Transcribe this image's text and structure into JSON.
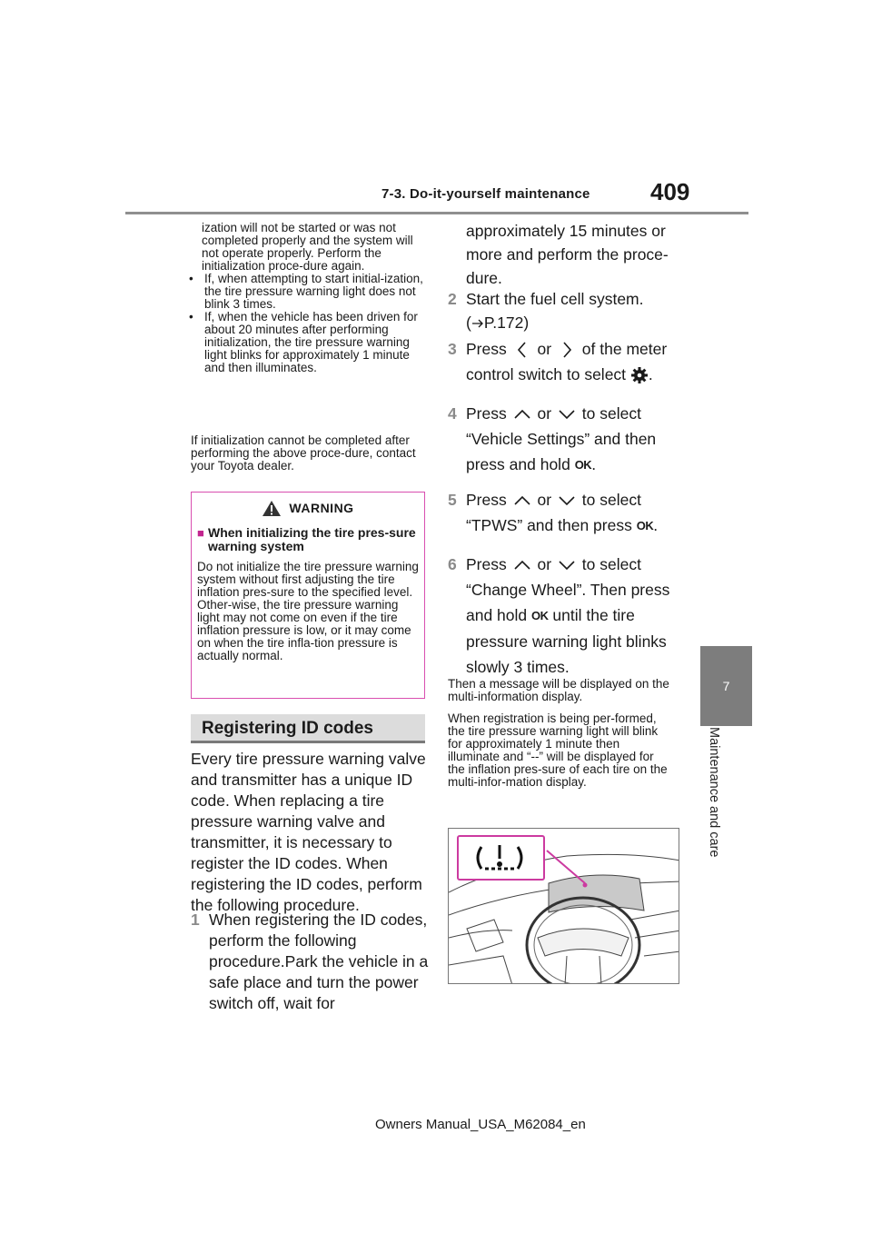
{
  "header": {
    "section": "7-3. Do-it-yourself maintenance",
    "page_number": "409"
  },
  "side_tab": {
    "chapter_number": "7",
    "chapter_title": "Maintenance and care"
  },
  "left": {
    "continued_text": "ization will not be started or was not completed properly and the system will not operate properly. Perform the initialization proce-dure again.",
    "bullets": [
      "If, when attempting to start initial-ization, the tire pressure warning light does not blink 3 times.",
      "If, when the vehicle has been driven for about 20 minutes after performing initialization, the tire pressure warning light blinks for approximately 1 minute and then illuminates."
    ],
    "note": "If initialization cannot be completed after performing the above proce-dure, contact your Toyota dealer.",
    "warning": {
      "label": "WARNING",
      "title": "When initializing the tire pres-sure warning system",
      "body": "Do not initialize the tire pressure warning system without first adjusting the tire inflation pres-sure to the specified level. Other-wise, the tire pressure warning light may not come on even if the tire inflation pressure is low, or it may come on when the tire infla-tion pressure is actually normal."
    },
    "section_title": "Registering ID codes",
    "intro": "Every tire pressure warning valve and transmitter has a unique ID code. When replacing a tire pressure warning valve and transmitter, it is necessary to register the ID codes. When registering the ID codes, perform the following procedure.",
    "step1": {
      "num": "1",
      "text": "When registering the ID codes, perform the following procedure.Park the vehicle in a safe place and turn the power switch off, wait for"
    }
  },
  "right": {
    "step1_cont": "approximately 15 minutes or more and perform the proce-dure.",
    "step2": {
      "num": "2",
      "text": "Start the fuel cell system.",
      "ref": "P.172"
    },
    "step3": {
      "num": "3",
      "press": "Press",
      "or": "or",
      "text_a": "of the meter",
      "text_b": "control switch to select",
      "end": "."
    },
    "step4": {
      "num": "4",
      "press": "Press",
      "or": "or",
      "text_a": "to select",
      "text_b": "“Vehicle Settings” and then",
      "text_c": "press and hold",
      "end": "."
    },
    "step5": {
      "num": "5",
      "press": "Press",
      "or": "or",
      "text_a": "to select",
      "text_b": "“TPWS” and then press",
      "end": "."
    },
    "step6": {
      "num": "6",
      "press": "Press",
      "or": "or",
      "text_a": "to select",
      "text_b": "“Change Wheel”. Then press",
      "text_c": "and hold",
      "text_d": "until the tire",
      "text_e": "pressure warning light blinks",
      "text_f": "slowly 3 times."
    },
    "ok_label": "OK",
    "note1": "Then a message will be displayed on the multi-information display.",
    "note2": "When registration is being per-formed, the tire pressure warning light will blink for approximately 1 minute then illuminate and “--” will be displayed for the inflation pres-sure of each tire on the multi-infor-mation display."
  },
  "footer": {
    "text": "Owners Manual_USA_M62084_en"
  },
  "icons": [
    "chevron-left-icon",
    "chevron-right-icon",
    "gear-icon",
    "chevron-up-icon",
    "chevron-down-icon",
    "warning-triangle-icon",
    "tire-pressure-warning-icon",
    "arrow-ref-icon"
  ]
}
